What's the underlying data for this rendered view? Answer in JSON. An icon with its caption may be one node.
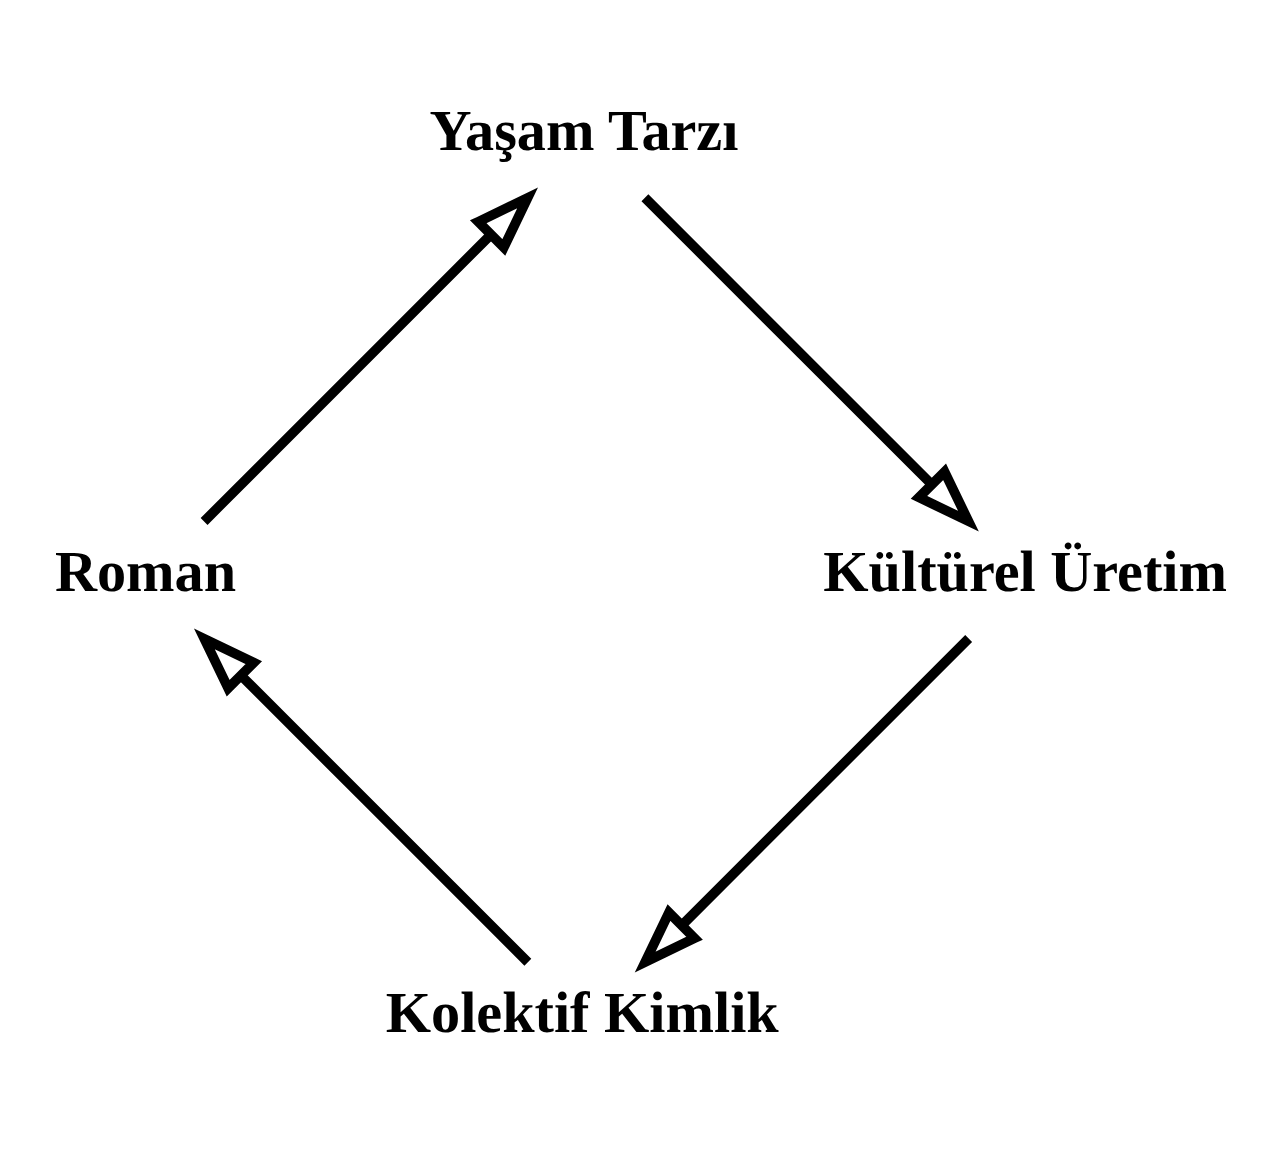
{
  "diagram": {
    "nodes": [
      {
        "text": [
          "Kolektif Kimlik"
        ]
      },
      {
        "text": [
          "Roman"
        ]
      },
      {
        "text": [
          "Yaşam Tarzı"
        ]
      },
      {
        "text": [
          "Kültürel Üretim"
        ]
      }
    ],
    "edges": [
      {
        "from": 0,
        "to": 1,
        "arrow": "to"
      },
      {
        "from": 1,
        "to": 2,
        "arrow": "to"
      },
      {
        "from": 2,
        "to": 3,
        "arrow": "to"
      },
      {
        "from": 3,
        "to": 0,
        "arrow": "to"
      }
    ]
  }
}
